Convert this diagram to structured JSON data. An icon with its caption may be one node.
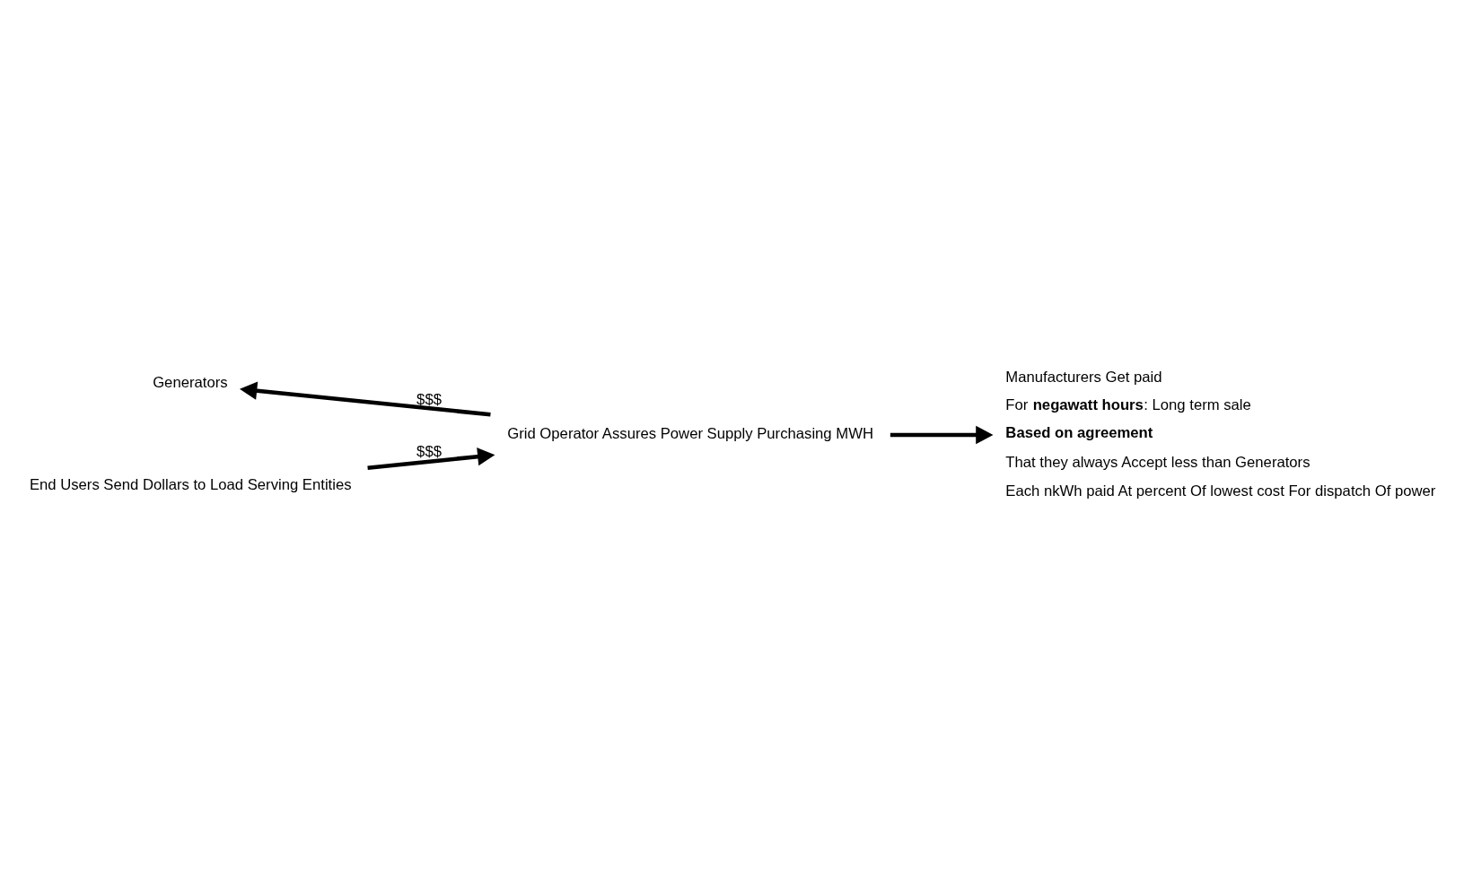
{
  "diagram": {
    "nodes": [
      {
        "text": [
          "Generators"
        ]
      },
      {
        "text": [
          "Manufacturers Get paid",
          "For **negawatt hours**: Long term sale",
          "Based on agreement",
          "That they always Accept less than Generators",
          "Each nkWh paid At percent Of lowest cost For dispatch Of power"
        ]
      },
      {
        "text": [
          "Grid Operator Assures Power Supply Purchasing MWH"
        ]
      },
      {
        "text": [
          "End Users Send Dollars to Load Serving Entities"
        ]
      }
    ],
    "edges": [
      {
        "from": 2,
        "to": 0,
        "arrow": "to",
        "label": "$$$"
      },
      {
        "from": 2,
        "to": 1,
        "arrow": "to"
      },
      {
        "from": 3,
        "to": 2,
        "arrow": "to",
        "label": "$$$"
      }
    ]
  }
}
